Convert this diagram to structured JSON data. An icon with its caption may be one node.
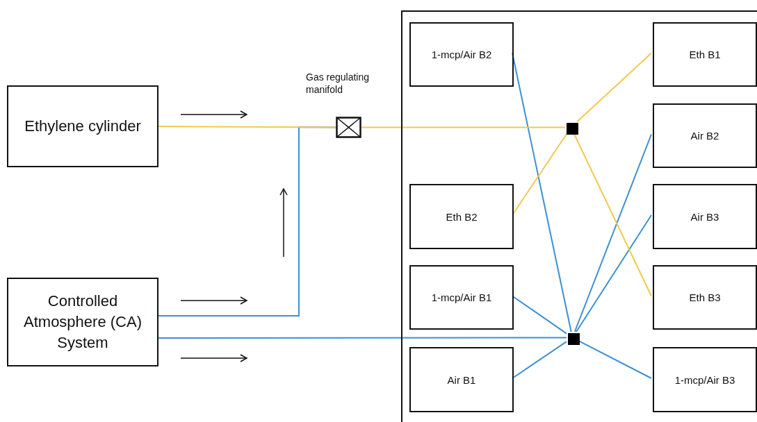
{
  "diagram": {
    "nodes": [
      {
        "text": [
          "Ethylene cylinder"
        ]
      },
      {
        "text": [
          "Controlled Atmosphere (CA) System"
        ]
      },
      {
        "text": [],
        "shape": "box",
        "beside": [
          "Gas regulating manifold"
        ]
      },
      {
        "text": [],
        "shape": "box"
      },
      {
        "text": [
          "1-mcp/Air B2"
        ],
        "in": 3
      },
      {
        "text": [
          "Eth B2"
        ],
        "in": 3
      },
      {
        "text": [
          "1-mcp/Air B1"
        ],
        "in": 3
      },
      {
        "text": [
          "Air B1"
        ],
        "in": 3
      },
      {
        "text": [
          "Eth B1"
        ],
        "in": 3
      },
      {
        "text": [
          "Air B2"
        ],
        "in": 3
      },
      {
        "text": [
          "Air B3"
        ],
        "in": 3
      },
      {
        "text": [
          "Eth B3"
        ],
        "in": 3
      },
      {
        "text": [
          "1-mcp/Air B3"
        ],
        "in": 3
      },
      {
        "text": [],
        "shape": "box",
        "in": 3
      },
      {
        "text": [],
        "shape": "box",
        "in": 3
      }
    ],
    "edges": [
      {
        "from": 0,
        "to": 2,
        "arrow": "none",
        "color": "#f2c94c"
      },
      {
        "from": 1,
        "to": 2,
        "arrow": "none"
      },
      {
        "from": 2,
        "to": 13,
        "arrow": "none",
        "color": "#f2c94c"
      },
      {
        "from": 1,
        "to": 14,
        "arrow": "none"
      },
      {
        "from": 13,
        "to": 8,
        "arrow": "none",
        "color": "#f2c94c"
      },
      {
        "from": 13,
        "to": 5,
        "arrow": "none",
        "color": "#f2c94c"
      },
      {
        "from": 13,
        "to": 11,
        "arrow": "none",
        "color": "#f2c94c"
      },
      {
        "from": 14,
        "to": 4,
        "arrow": "none"
      },
      {
        "from": 14,
        "to": 9,
        "arrow": "none"
      },
      {
        "from": 14,
        "to": 10,
        "arrow": "none"
      },
      {
        "from": 14,
        "to": 6,
        "arrow": "none"
      },
      {
        "from": 14,
        "to": 7,
        "arrow": "none"
      },
      {
        "from": 14,
        "to": 12,
        "arrow": "none"
      }
    ]
  }
}
